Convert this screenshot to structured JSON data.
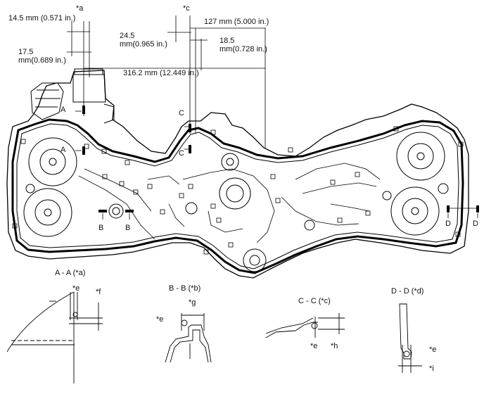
{
  "dimensions": {
    "d14_5": "14.5 mm (0.571 in.)",
    "d17_5": "17.5 mm(0.689 in.)",
    "d24_5": "24.5 mm(0.965 in.)",
    "d18_5": "18.5 mm(0.728 in.)",
    "d127": "127 mm (5.000 in.)",
    "d316_2": "316.2 mm (12.449 in.)"
  },
  "callouts": {
    "a": "*a",
    "c": "*c",
    "e": "*e",
    "f": "*f",
    "g": "*g",
    "h": "*h",
    "i": "*i"
  },
  "section_markers": {
    "A": "A",
    "B": "B",
    "C": "C",
    "D": "D"
  },
  "section_titles": {
    "aa": "A - A (*a)",
    "bb": "B - B (*b)",
    "cc": "C - C (*c)",
    "dd": "D - D (*d)"
  }
}
